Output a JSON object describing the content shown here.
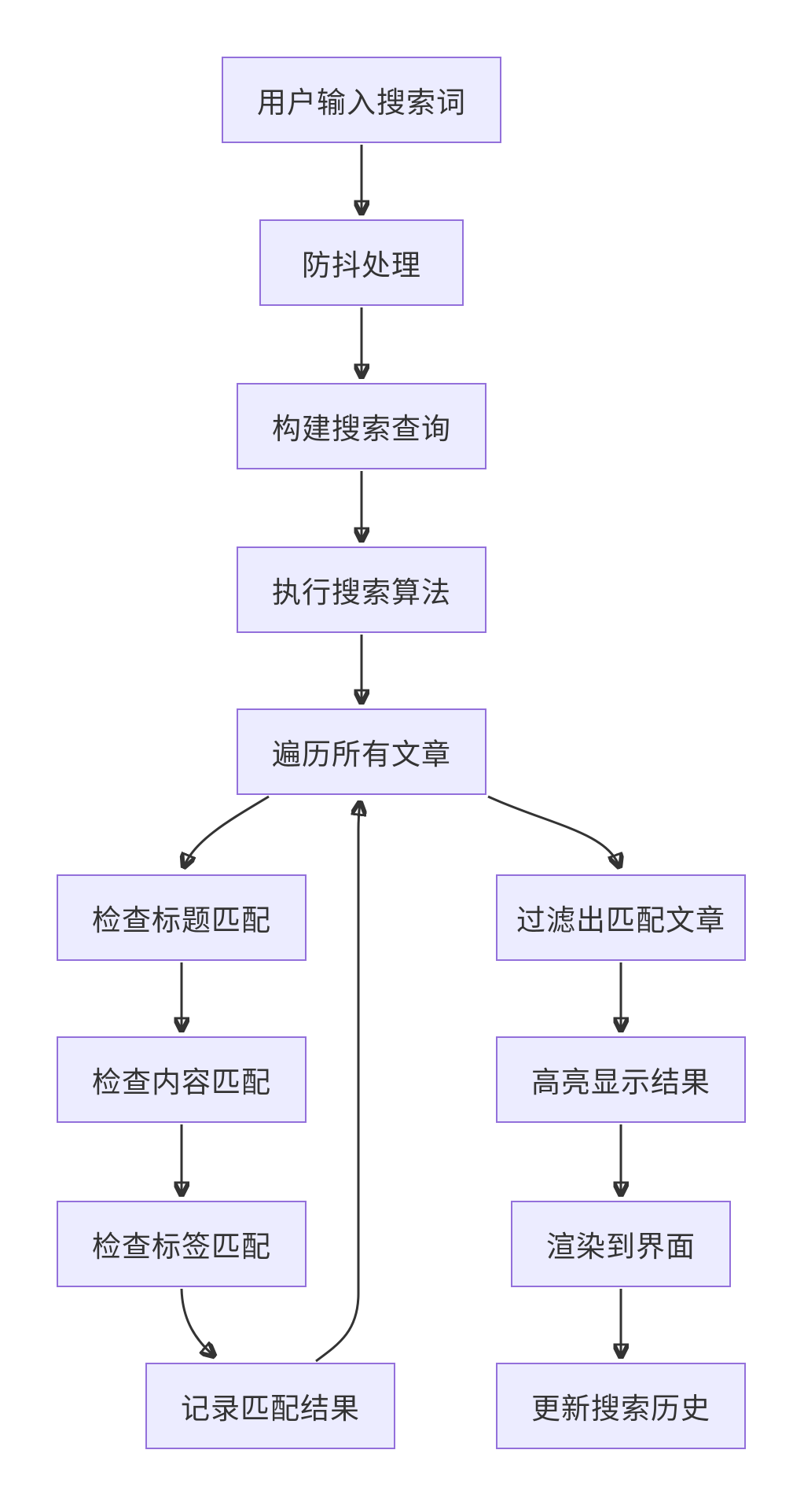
{
  "diagram": {
    "type": "flowchart",
    "direction": "top-down",
    "background": "#ffffff",
    "colors": {
      "node_fill": "#ECECFF",
      "node_border": "#9370DB",
      "node_text": "#333333",
      "edge": "#333333"
    },
    "nodes": [
      {
        "id": "user-input",
        "label": "用户输入搜索词"
      },
      {
        "id": "debounce",
        "label": "防抖处理"
      },
      {
        "id": "build-query",
        "label": "构建搜索查询"
      },
      {
        "id": "exec-search",
        "label": "执行搜索算法"
      },
      {
        "id": "iterate",
        "label": "遍历所有文章"
      },
      {
        "id": "check-title",
        "label": "检查标题匹配"
      },
      {
        "id": "check-content",
        "label": "检查内容匹配"
      },
      {
        "id": "check-tags",
        "label": "检查标签匹配"
      },
      {
        "id": "record-results",
        "label": "记录匹配结果"
      },
      {
        "id": "filter",
        "label": "过滤出匹配文章"
      },
      {
        "id": "highlight",
        "label": "高亮显示结果"
      },
      {
        "id": "render",
        "label": "渲染到界面"
      },
      {
        "id": "update-history",
        "label": "更新搜索历史"
      }
    ],
    "edges": [
      {
        "from": "user-input",
        "to": "debounce"
      },
      {
        "from": "debounce",
        "to": "build-query"
      },
      {
        "from": "build-query",
        "to": "exec-search"
      },
      {
        "from": "exec-search",
        "to": "iterate"
      },
      {
        "from": "iterate",
        "to": "check-title"
      },
      {
        "from": "check-title",
        "to": "check-content"
      },
      {
        "from": "check-content",
        "to": "check-tags"
      },
      {
        "from": "check-tags",
        "to": "record-results"
      },
      {
        "from": "record-results",
        "to": "iterate"
      },
      {
        "from": "iterate",
        "to": "filter"
      },
      {
        "from": "filter",
        "to": "highlight"
      },
      {
        "from": "highlight",
        "to": "render"
      },
      {
        "from": "render",
        "to": "update-history"
      }
    ]
  }
}
